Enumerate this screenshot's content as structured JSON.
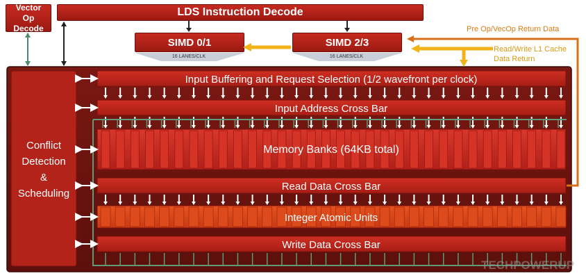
{
  "header": {
    "vector_op_decode": "Vector Op Decode",
    "lds_instruction_decode": "LDS Instruction Decode"
  },
  "simd": [
    {
      "label": "SIMD 0/1",
      "lanes": "16 LANES/CLK"
    },
    {
      "label": "SIMD 2/3",
      "lanes": "16 LANES/CLK"
    }
  ],
  "side_labels": {
    "return_data": "Pre Op/VecOp Return Data",
    "l1_return": [
      "Read/Write L1 Cache",
      "Data Return"
    ]
  },
  "left_panel": {
    "conflict": [
      "Conflict",
      "Detection",
      "&",
      "Scheduling"
    ]
  },
  "rows": {
    "input_buffering": "Input Buffering and Request Selection (1/2 wavefront per clock)",
    "input_address": "Input Address Cross Bar",
    "memory_banks": "Memory Banks (64KB total)",
    "read_data": "Read Data Cross Bar",
    "integer_atomic": "Integer Atomic Units",
    "write_data": "Write Data Cross Bar"
  },
  "watermark": "TECHPOWERUP",
  "colors": {
    "block_red": "#b3231a",
    "outer_maroon": "#6a1410",
    "return_orange": "#e07a12",
    "l1_yellow": "#f2b31a",
    "bus_green": "#5f9a7a"
  }
}
